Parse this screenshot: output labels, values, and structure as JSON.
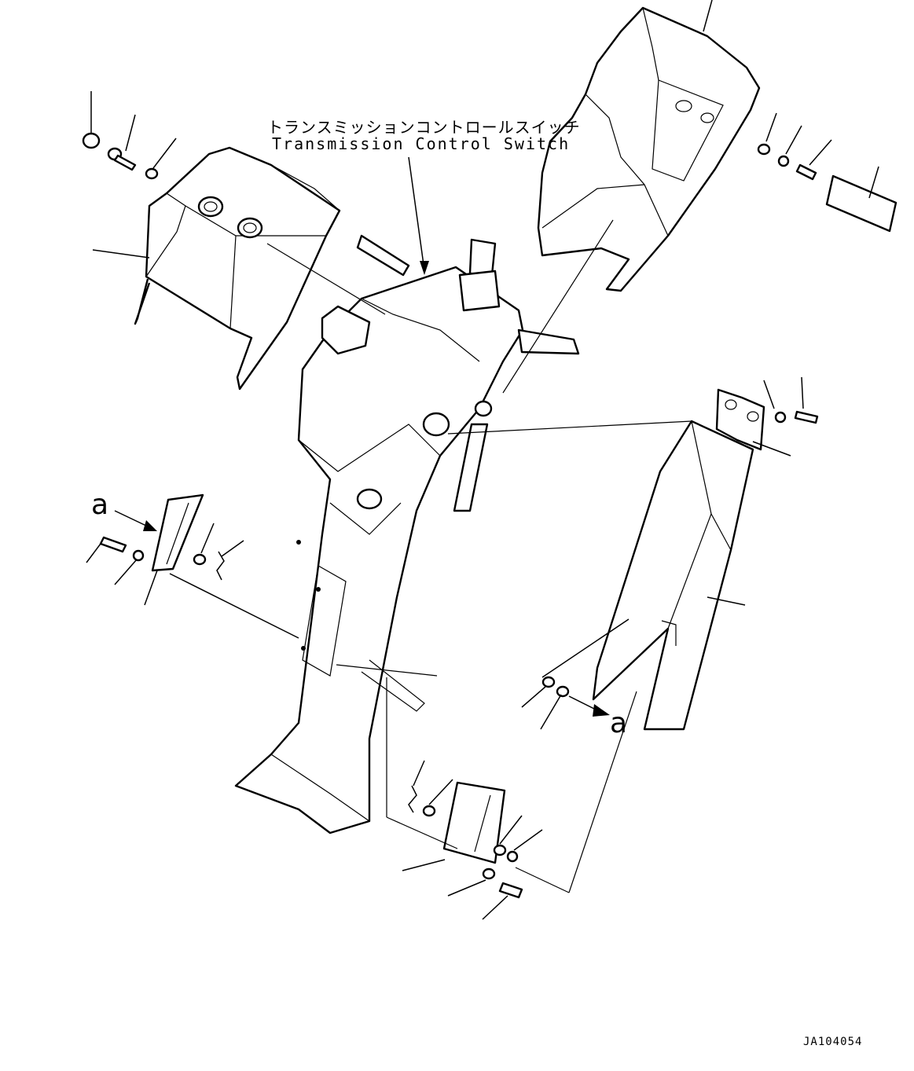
{
  "callout": {
    "japanese": "トランスミッションコントロールスイッチ",
    "english": "Transmission Control Switch"
  },
  "view_labels": {
    "left": "a",
    "right": "a"
  },
  "drawing_id": "JA104054"
}
